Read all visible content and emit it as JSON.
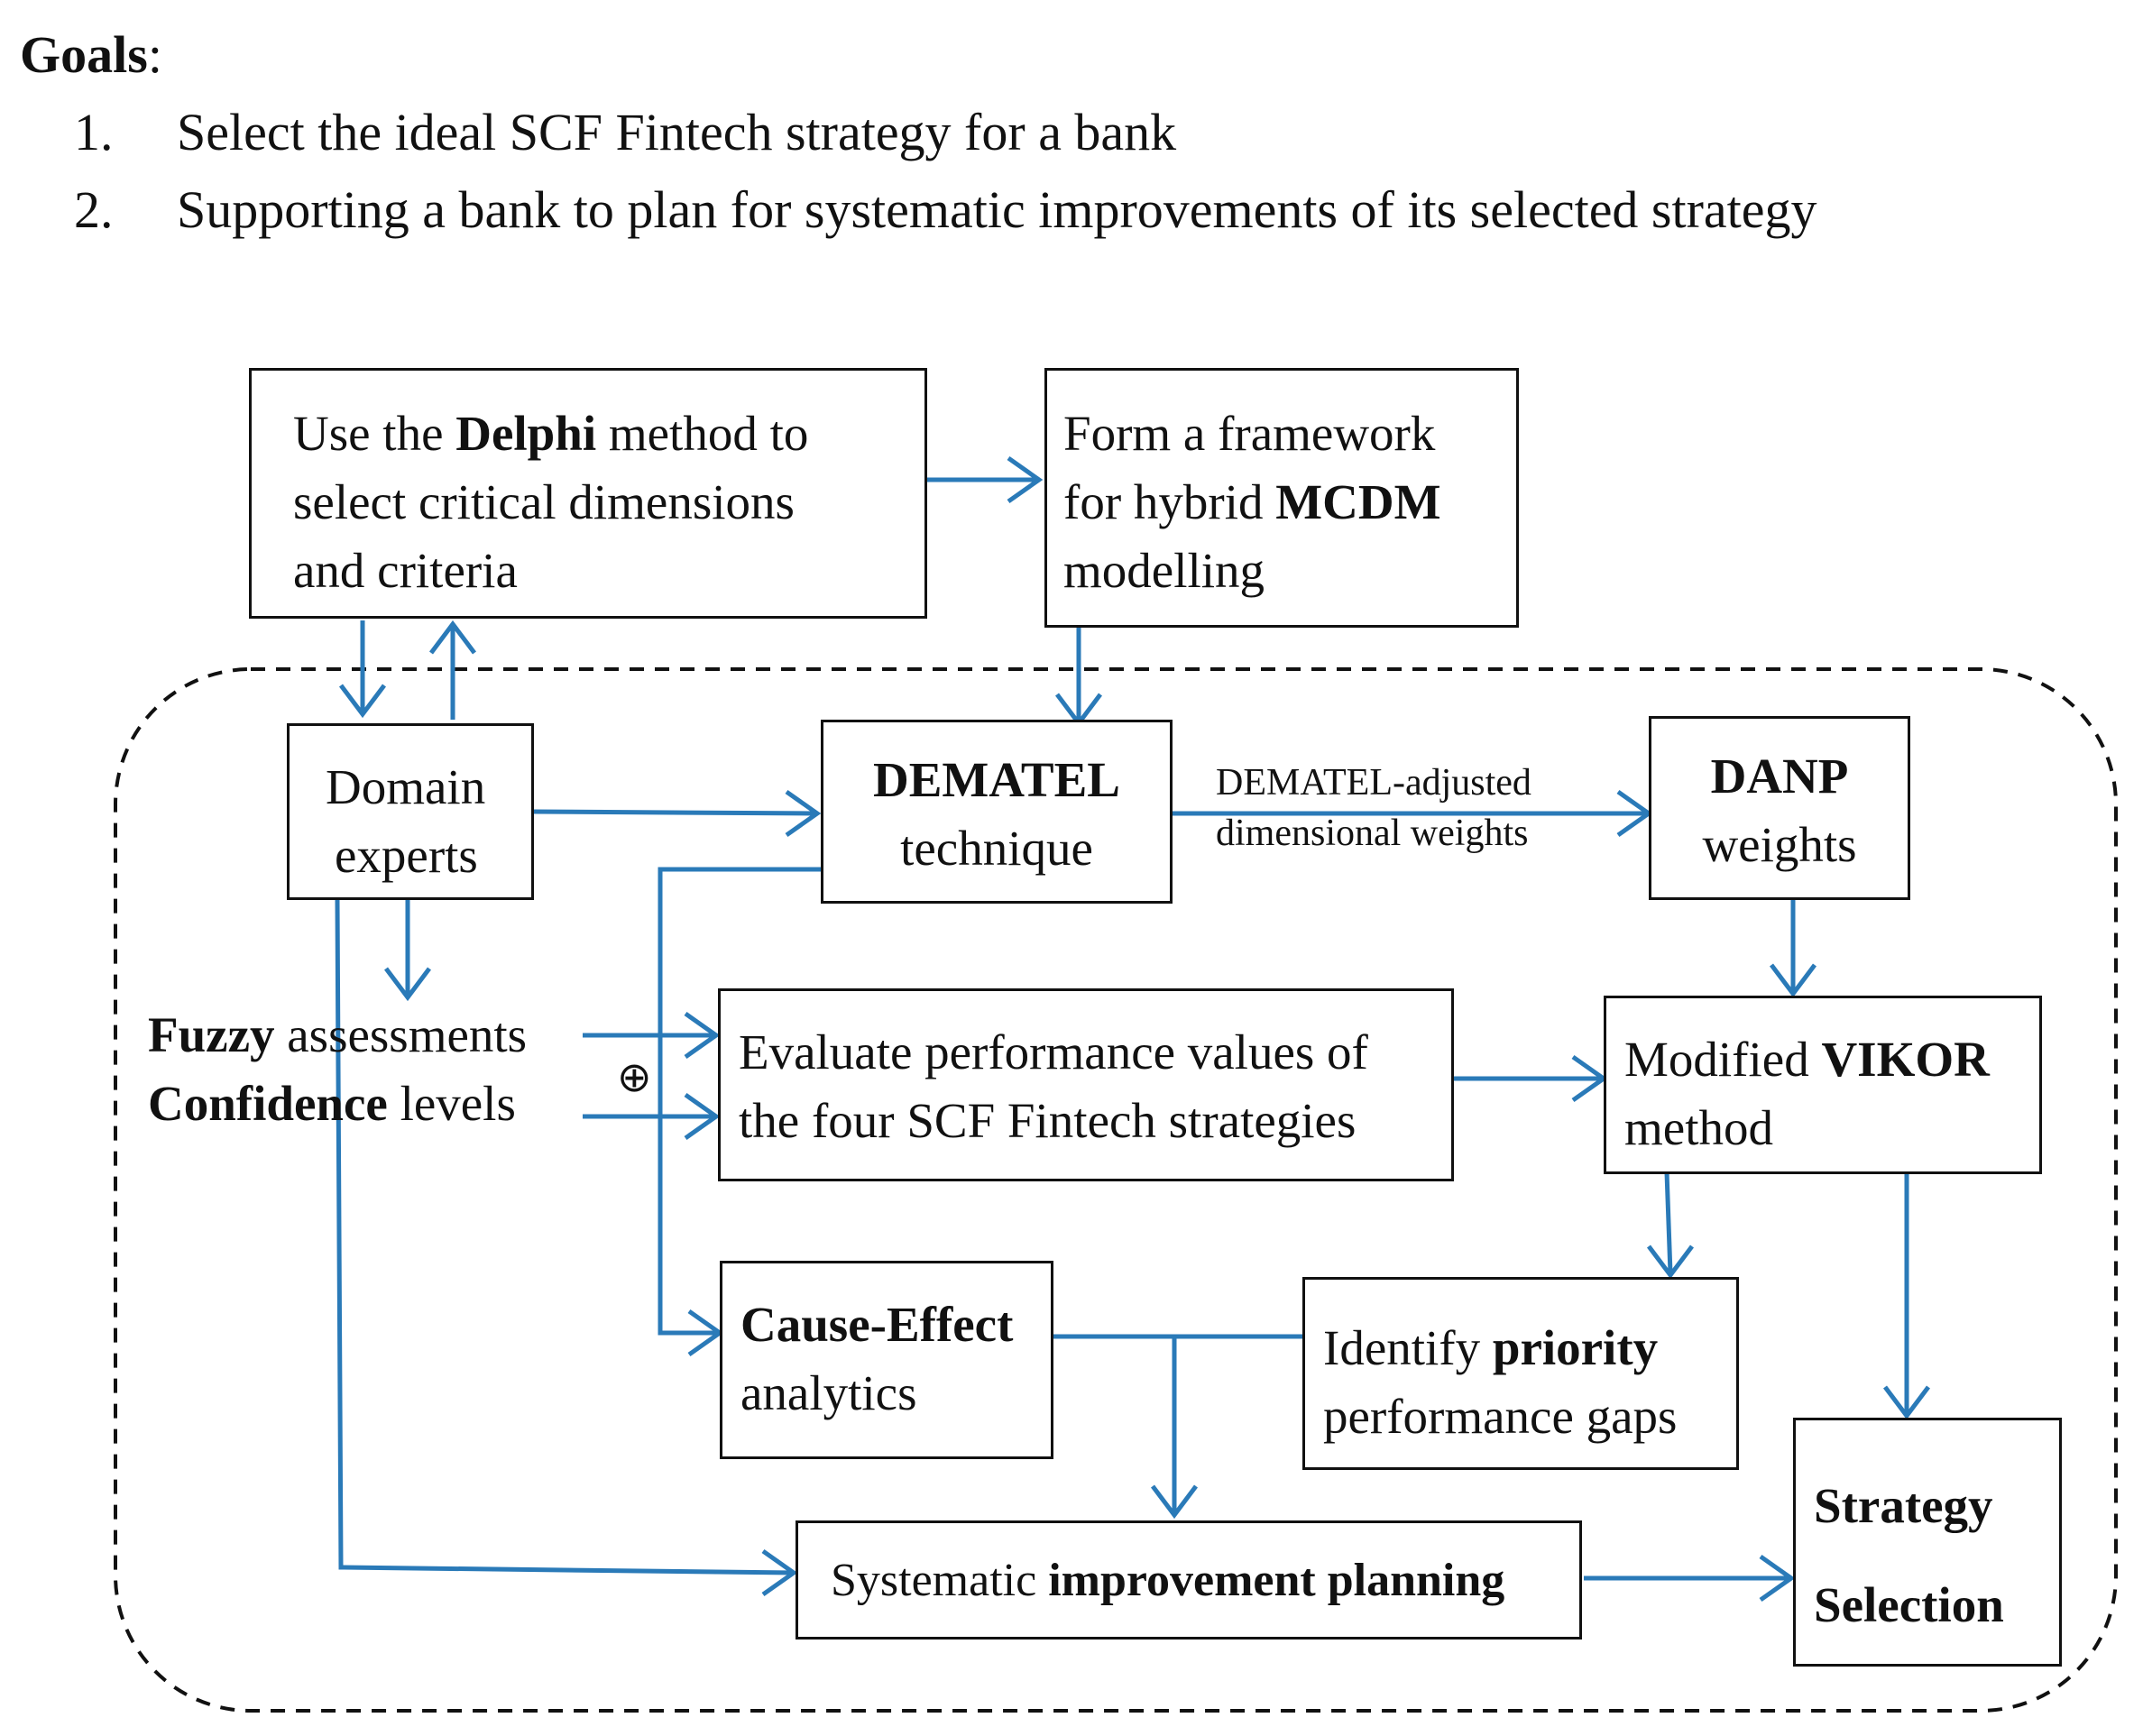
{
  "goals": {
    "title": "Goals",
    "colon": ":",
    "items": [
      {
        "num": "1.",
        "text": "Select the ideal SCF Fintech strategy for a bank"
      },
      {
        "num": "2.",
        "text": "Supporting a bank to plan for systematic improvements of its selected strategy"
      }
    ]
  },
  "boxes": {
    "delphi": {
      "pre": "Use the ",
      "bold": "Delphi",
      "post": " method to",
      "line2": "select critical dimensions",
      "line3": "and criteria"
    },
    "framework": {
      "line1": "Form a framework",
      "pre2": "for hybrid ",
      "bold": "MCDM",
      "line3": "modelling"
    },
    "experts": {
      "line1": "Domain",
      "line2": "experts"
    },
    "dematel": {
      "bold": "DEMATEL",
      "line2": "technique"
    },
    "danp": {
      "bold": "DANP",
      "line2": "weights"
    },
    "evaluate": {
      "line1": "Evaluate performance values of",
      "line2": "the four SCF Fintech strategies"
    },
    "vikor": {
      "pre": "Modified ",
      "bold": "VIKOR",
      "line2": "method"
    },
    "cause": {
      "bold": "Cause-Effect",
      "line2": "analytics"
    },
    "priority": {
      "pre": "Identify ",
      "bold": "priority",
      "line2": "performance gaps"
    },
    "improve": {
      "pre": "Systematic ",
      "bold": "improvement planning"
    },
    "strategy": {
      "line1": "Strategy",
      "line2": "Selection"
    }
  },
  "labels": {
    "fuzzy_bold": "Fuzzy",
    "fuzzy_rest": " assessments",
    "conf_bold": "Confidence",
    "conf_rest": " levels",
    "oplus": "⊕",
    "dematel_adj_1": "DEMATEL-adjusted",
    "dematel_adj_2": "dimensional weights"
  },
  "colors": {
    "arrow": "#2a7ab8",
    "border": "#111111"
  }
}
